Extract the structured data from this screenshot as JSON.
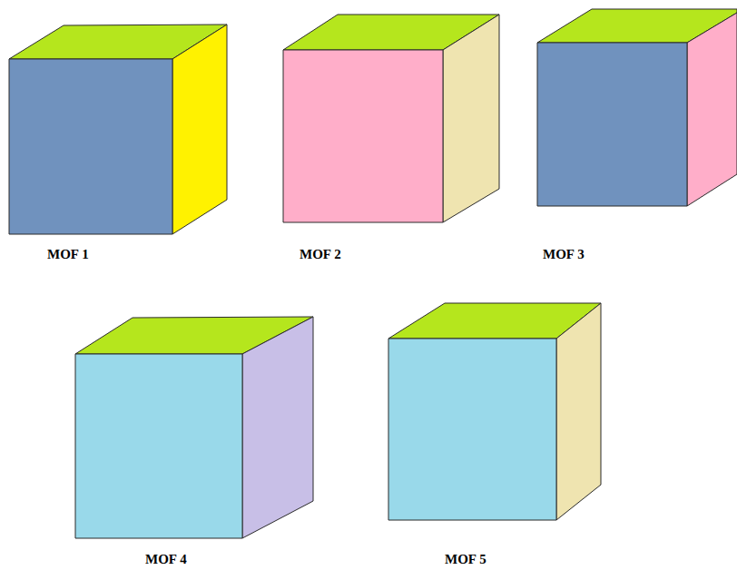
{
  "diagram": {
    "labels": [
      "MOF 1",
      "MOF 2",
      "MOF 3",
      "MOF 4",
      "MOF 5"
    ]
  }
}
